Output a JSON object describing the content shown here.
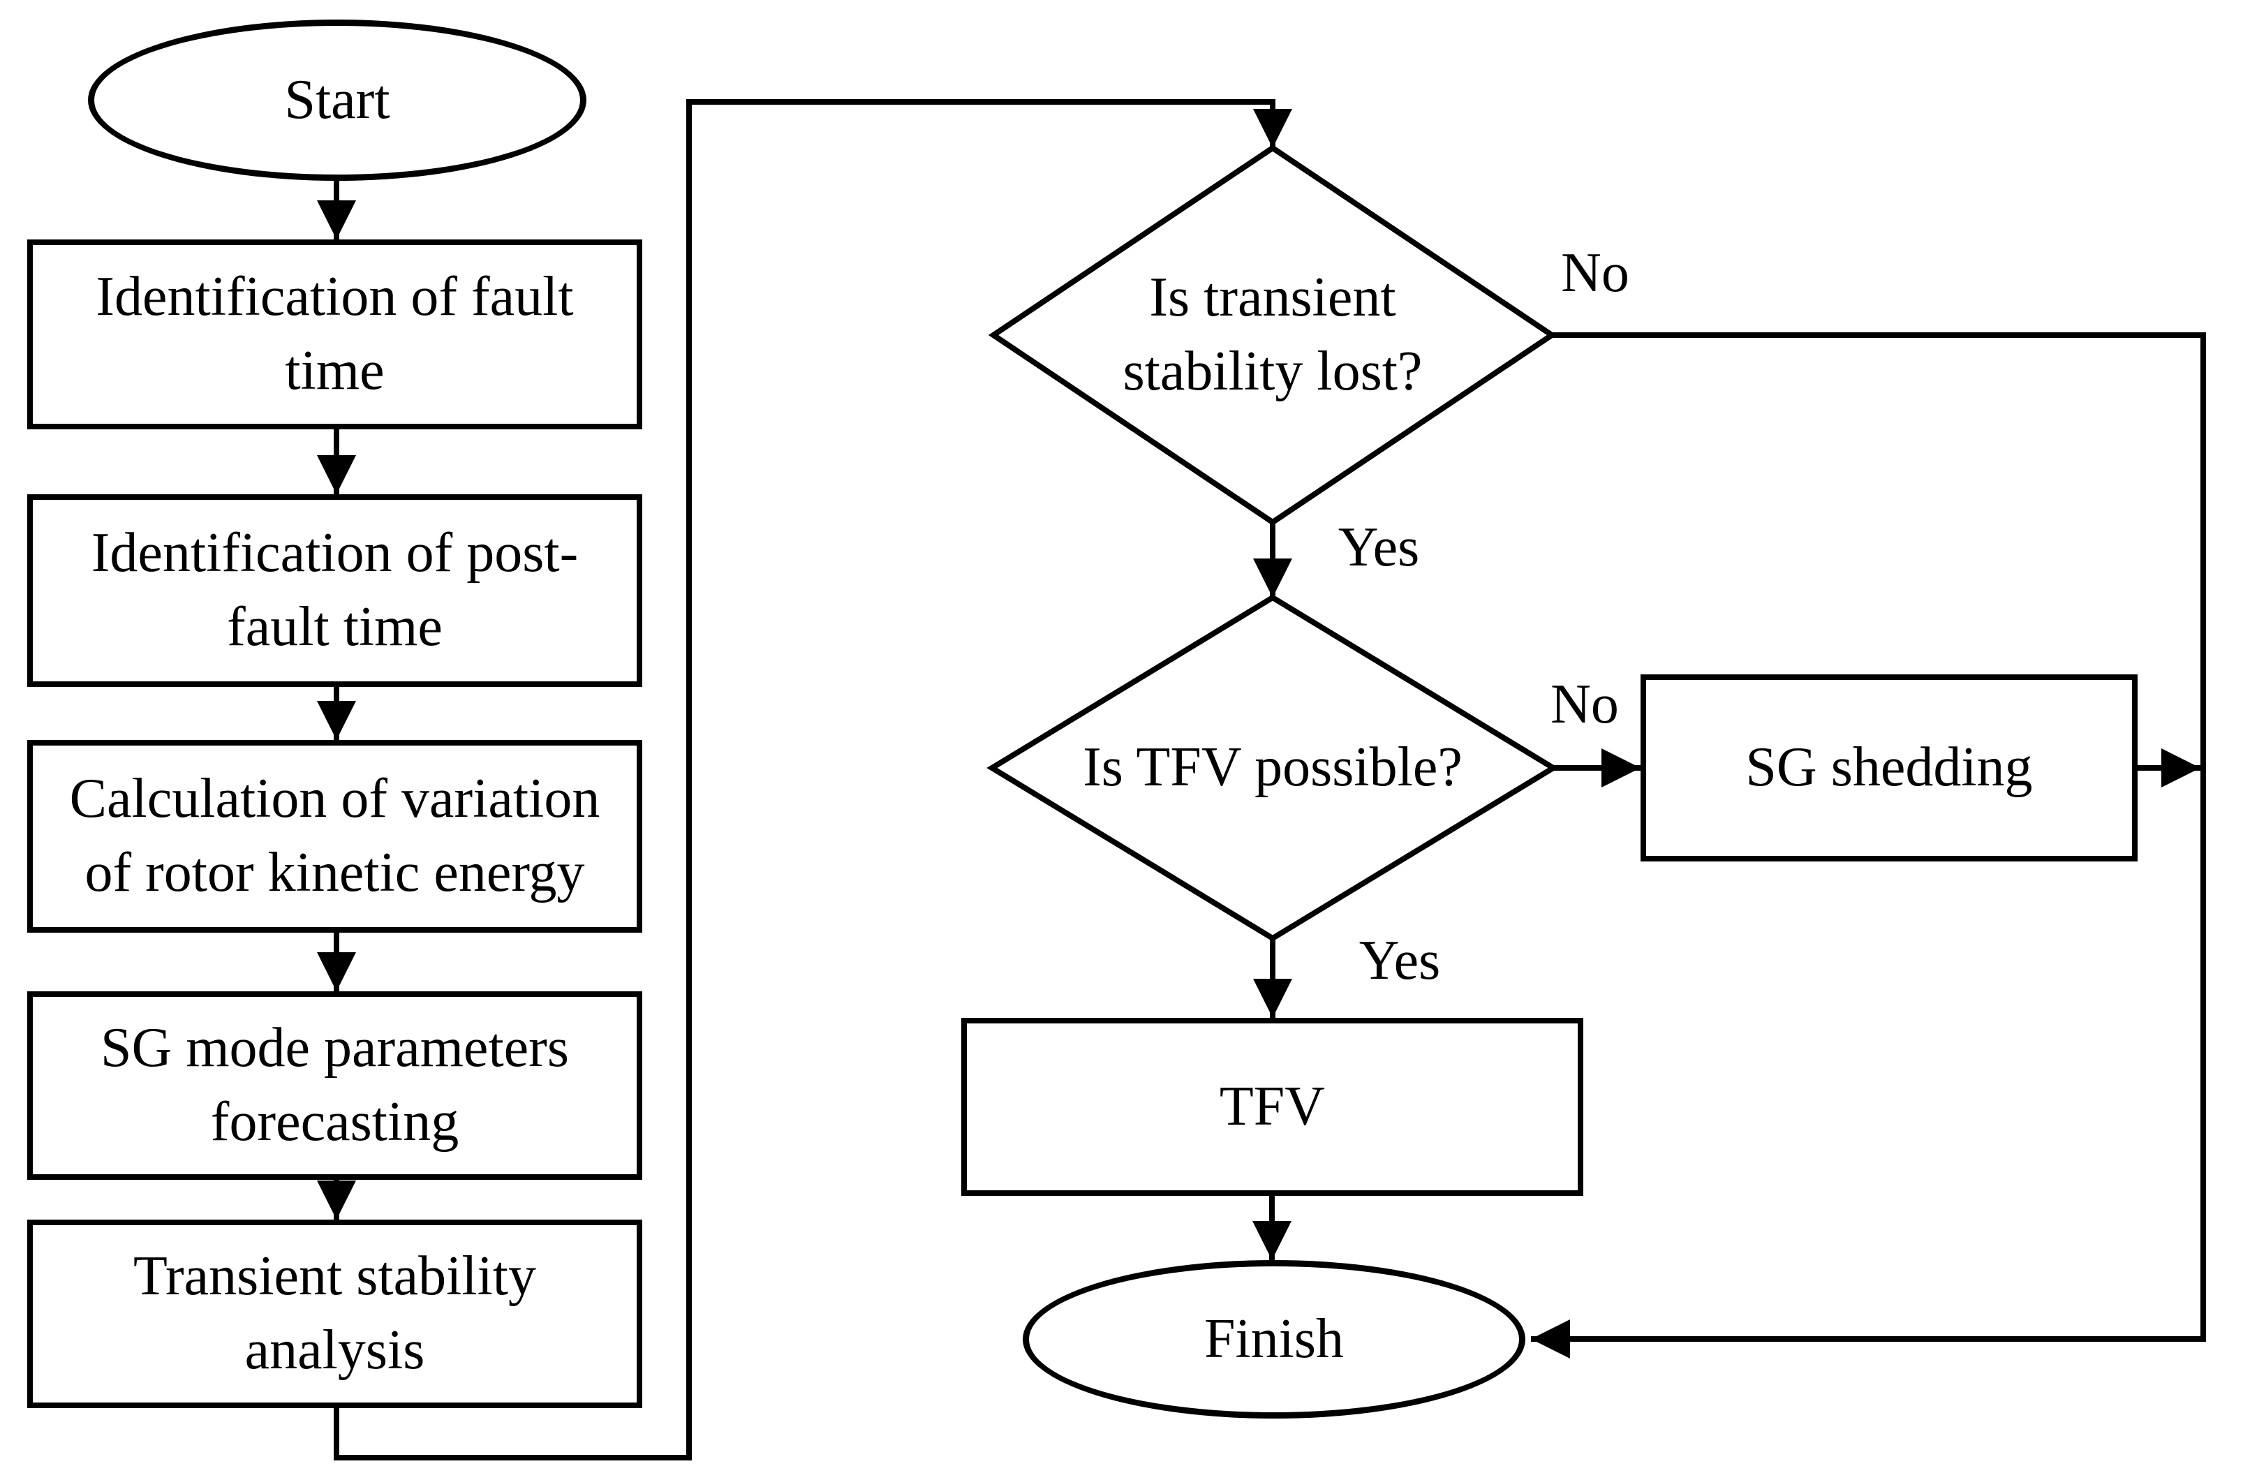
{
  "colors": {
    "stroke": "#000000",
    "node_fill": "#ffffff",
    "text": "#000000",
    "background": "#ffffff"
  },
  "flowchart": {
    "start": {
      "label": "Start"
    },
    "process_boxes": [
      {
        "lines": [
          "Identification of fault",
          "time"
        ]
      },
      {
        "lines": [
          "Identification of post-",
          "fault time"
        ]
      },
      {
        "lines": [
          "Calculation of variation",
          "of rotor kinetic energy"
        ]
      },
      {
        "lines": [
          "SG mode parameters",
          "forecasting"
        ]
      },
      {
        "lines": [
          "Transient stability",
          "analysis"
        ]
      }
    ],
    "decisions": [
      {
        "lines": [
          "Is transient",
          "stability lost?"
        ],
        "no": "No",
        "yes": "Yes"
      },
      {
        "lines": [
          "Is TFV possible?"
        ],
        "no": "No",
        "yes": "Yes"
      }
    ],
    "actions": {
      "sg_shedding": "SG shedding",
      "tfv": "TFV"
    },
    "finish": {
      "label": "Finish"
    }
  }
}
